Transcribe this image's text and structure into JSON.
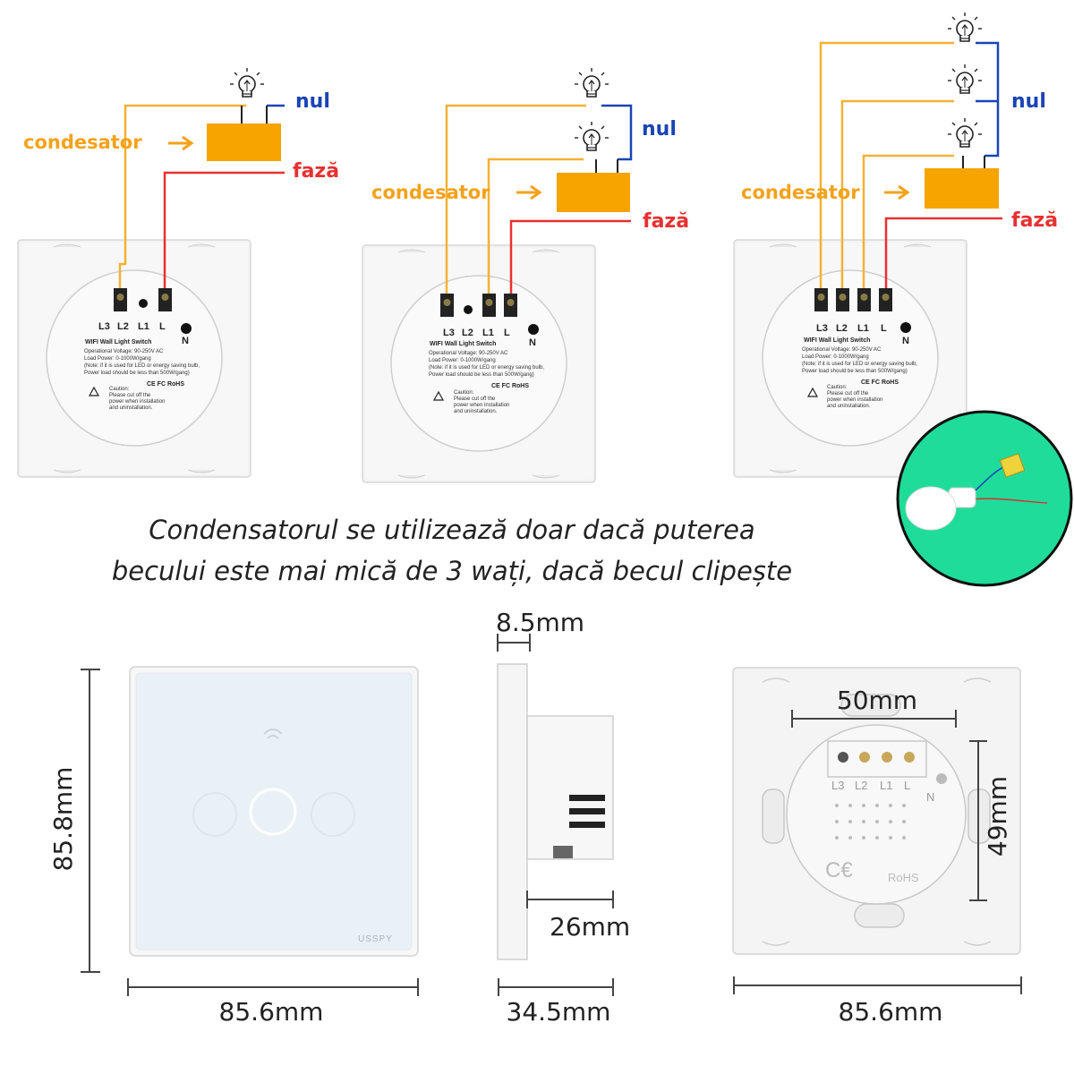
{
  "labels": {
    "neutral": "nul",
    "phase": "fază",
    "capacitor": "condesator"
  },
  "terminals": [
    "L3",
    "L2",
    "L1",
    "L",
    "N"
  ],
  "back_label": {
    "title": "WIFI Wall Light Switch",
    "voltage": "Operational Voltage: 90-250V AC",
    "load": "Load Power: 0-1000W/gang",
    "note": "(Note: if it is used for LED or energy saving bulb,",
    "note2": "Power load should be less than 500W/gang)",
    "caution": "Caution:",
    "caution1": "Please cut off the",
    "caution2": "power when installation",
    "caution3": "and uninstallation.",
    "marks": "CE FC RoHS"
  },
  "caption": {
    "line1": "Condensatorul se utilizează doar dacă puterea",
    "line2": "becului este mai mică de 3 wați, dacă becul clipește"
  },
  "dimensions": {
    "front_height": "85.8mm",
    "front_width": "85.6mm",
    "side_depth_top": "8.5mm",
    "side_depth_mid": "26mm",
    "side_depth_total": "34.5mm",
    "back_hole_spacing": "50mm",
    "back_height": "49mm",
    "back_width": "85.6mm"
  },
  "brand": "USSPY",
  "rohs_mark": "RoHS",
  "colors": {
    "live_wire": "#e83030",
    "neutral_wire": "#1a44b5",
    "load_wire": "#f5b133",
    "capacitor": "#f7a300",
    "inset_background": "#1fdc9a"
  }
}
